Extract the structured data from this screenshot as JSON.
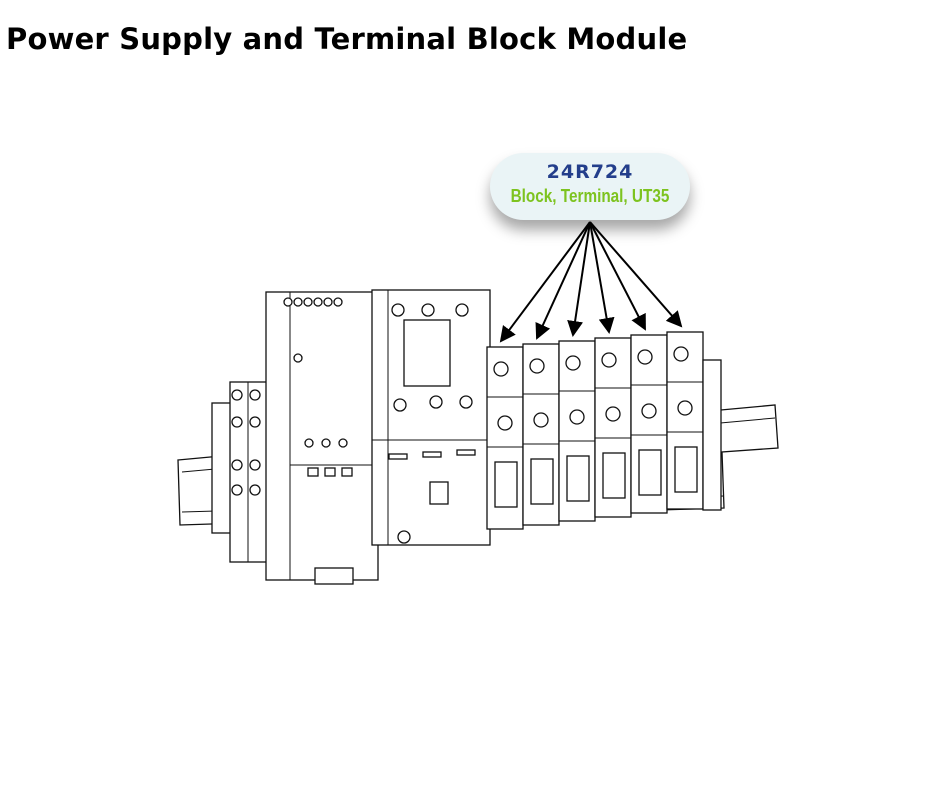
{
  "title": "Power Supply and Terminal Block Module",
  "callout": {
    "part_number": "24R724",
    "description": "Block, Terminal, UT35",
    "arrow_count": 6,
    "text_colors": {
      "part_number": "#233e8b",
      "description": "#7dc31f"
    }
  }
}
